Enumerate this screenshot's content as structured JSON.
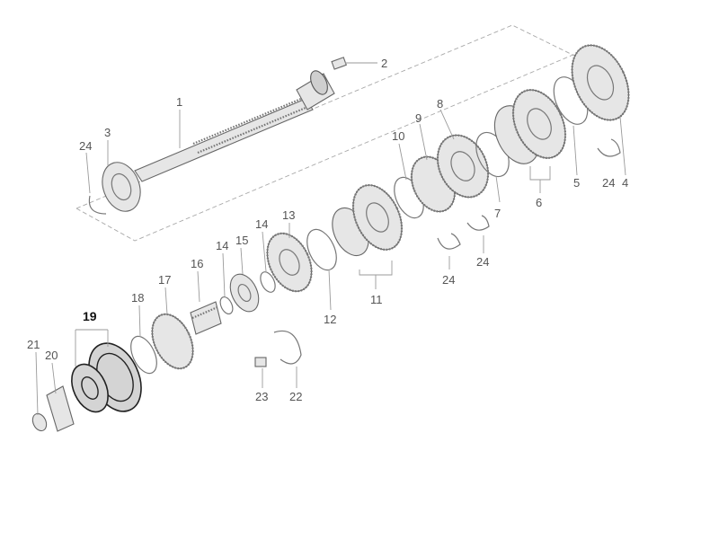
{
  "labels": {
    "p1": "1",
    "p2": "2",
    "p3": "3",
    "p4": "4",
    "p5": "5",
    "p6": "6",
    "p7": "7",
    "p8": "8",
    "p9": "9",
    "p10": "10",
    "p11": "11",
    "p12": "12",
    "p13": "13",
    "p14a": "14",
    "p14b": "14",
    "p15": "15",
    "p16": "16",
    "p17": "17",
    "p18": "18",
    "p19": "19",
    "p20": "20",
    "p21": "21",
    "p22": "22",
    "p23": "23",
    "p24a": "24",
    "p24b": "24",
    "p24c": "24",
    "p24d": "24"
  },
  "highlighted_part": "19"
}
